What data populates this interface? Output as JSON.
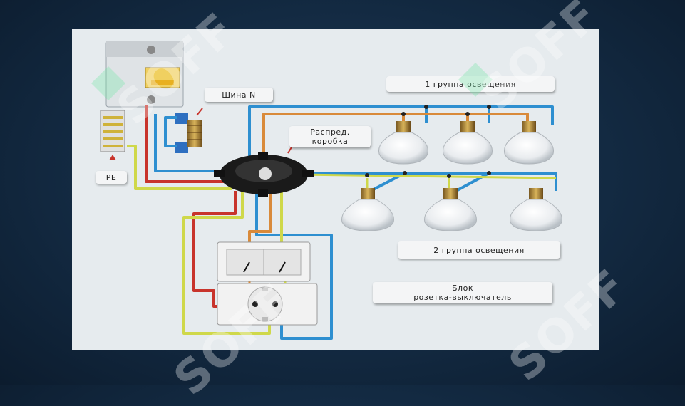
{
  "labels": {
    "group1": "1 группа освещения",
    "group2": "2 группа освещения",
    "bus_n": "Шина N",
    "pe": "PE",
    "junction_box": "Распред.\nкоробка",
    "block": "Блок\nрозетка-выключатель"
  },
  "watermark": {
    "text": "SOFF"
  },
  "colors": {
    "phase": "#c8342c",
    "neutral": "#2e8fd0",
    "ground": "#cfd84a",
    "switched": "#d98a3a",
    "background": "#132a42",
    "panel": "#e6ebee"
  },
  "icons": {
    "breaker": "circuit-breaker-icon",
    "bus": "bus-bar-icon",
    "lamp": "light-bulb-icon",
    "junction": "junction-box-icon",
    "switch": "double-switch-icon",
    "socket": "socket-icon"
  }
}
